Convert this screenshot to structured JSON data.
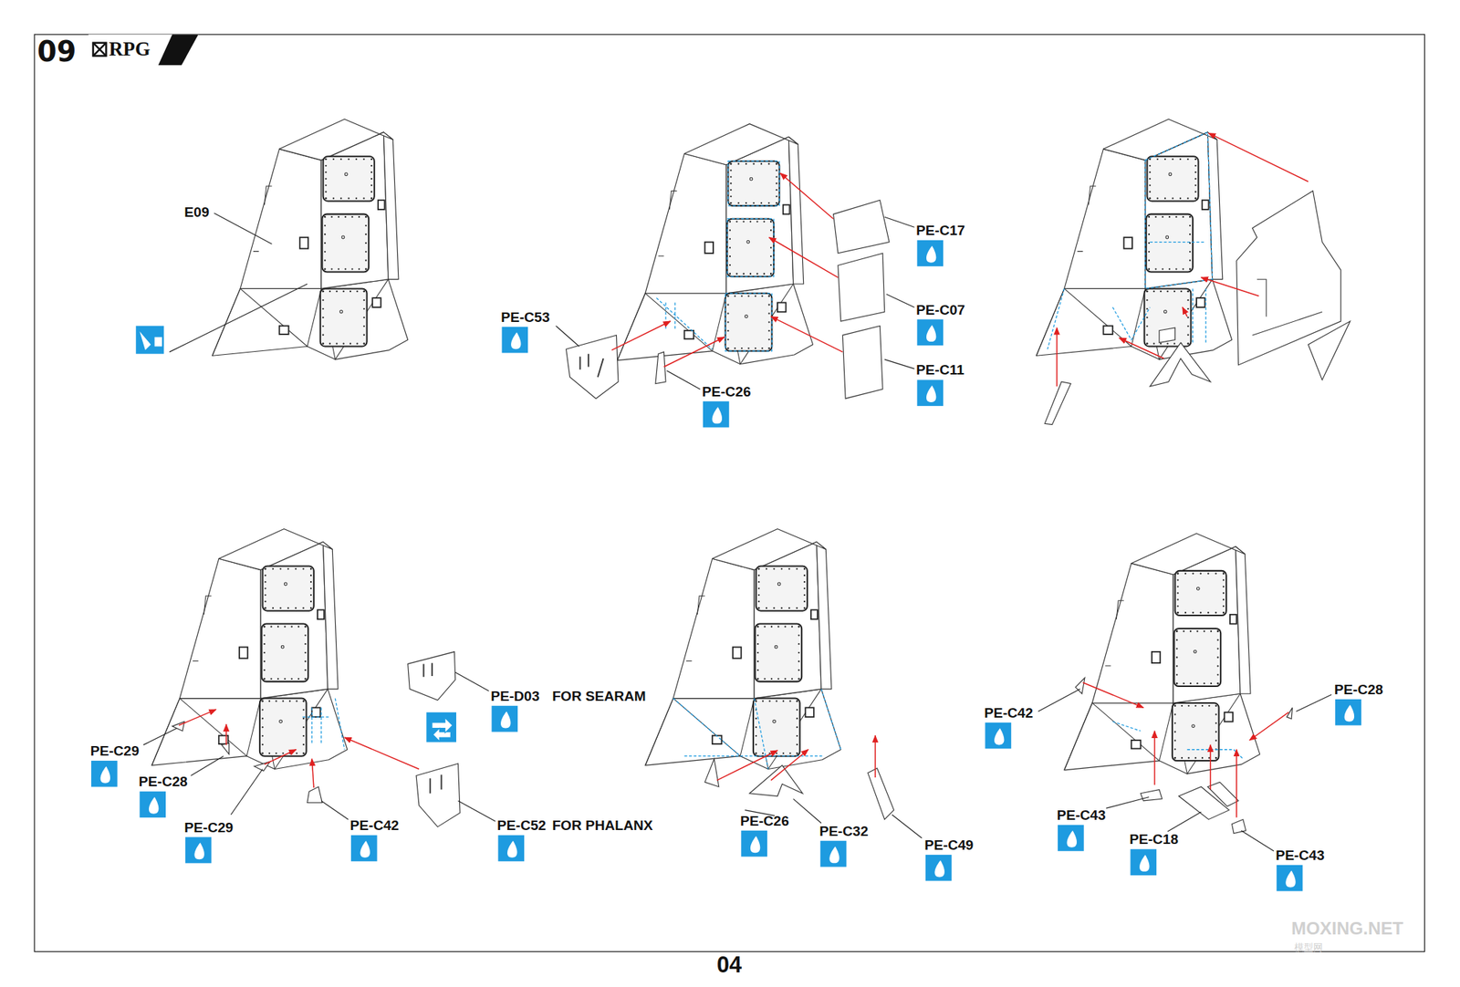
{
  "diagram": {
    "labels": [
      "09",
      "RPG",
      "E09",
      "PE-C17",
      "PE-C07",
      "PE-C11",
      "PE-C53",
      "PE-C26",
      "PE-D03",
      "FOR SEARAM",
      "PE-C52",
      "FOR PHALANX",
      "PE-C29",
      "PE-C28",
      "PE-C29",
      "PE-C42",
      "PE-C26",
      "PE-C32",
      "PE-C49",
      "PE-C42",
      "PE-C28",
      "PE-C43",
      "PE-C18",
      "PE-C43",
      "04",
      "MOXING.NET",
      "模型网"
    ]
  }
}
